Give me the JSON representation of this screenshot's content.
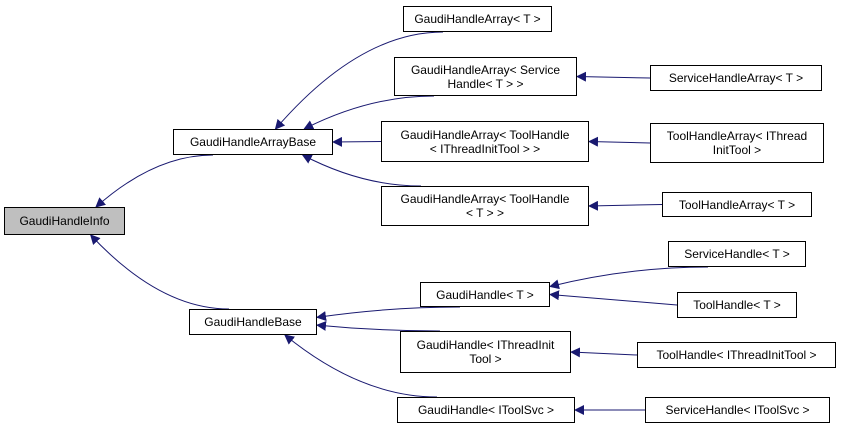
{
  "colors": {
    "edge": "#191970",
    "node_border": "#000000",
    "root_fill": "#bfbfbf",
    "node_fill": "#ffffff"
  },
  "nodes": {
    "gaudi_handle_info": "GaudiHandleInfo",
    "gaudi_handle_array_base": "GaudiHandleArrayBase",
    "gaudi_handle_base": "GaudiHandleBase",
    "gh_array_t": "GaudiHandleArray< T >",
    "gh_array_service_handle": "GaudiHandleArray< Service\nHandle< T > >",
    "gh_array_tool_handle_ithread": "GaudiHandleArray< ToolHandle\n< IThreadInitTool > >",
    "gh_array_tool_handle_t": "GaudiHandleArray< ToolHandle\n< T > >",
    "service_handle_array_t": "ServiceHandleArray< T >",
    "tool_handle_array_ithread": "ToolHandleArray< IThread\nInitTool >",
    "tool_handle_array_t": "ToolHandleArray< T >",
    "gaudi_handle_t": "GaudiHandle< T >",
    "gaudi_handle_ithread": "GaudiHandle< IThreadInit\nTool >",
    "gaudi_handle_itoolsvc": "GaudiHandle< IToolSvc >",
    "service_handle_t": "ServiceHandle< T >",
    "tool_handle_t": "ToolHandle< T >",
    "tool_handle_ithread": "ToolHandle< IThreadInitTool >",
    "service_handle_itoolsvc": "ServiceHandle< IToolSvc >"
  },
  "edges": [
    {
      "from": "gaudi_handle_array_base",
      "to": "gaudi_handle_info"
    },
    {
      "from": "gaudi_handle_base",
      "to": "gaudi_handle_info"
    },
    {
      "from": "gh_array_t",
      "to": "gaudi_handle_array_base"
    },
    {
      "from": "gh_array_service_handle",
      "to": "gaudi_handle_array_base"
    },
    {
      "from": "gh_array_tool_handle_ithread",
      "to": "gaudi_handle_array_base"
    },
    {
      "from": "gh_array_tool_handle_t",
      "to": "gaudi_handle_array_base"
    },
    {
      "from": "service_handle_array_t",
      "to": "gh_array_service_handle"
    },
    {
      "from": "tool_handle_array_ithread",
      "to": "gh_array_tool_handle_ithread"
    },
    {
      "from": "tool_handle_array_t",
      "to": "gh_array_tool_handle_t"
    },
    {
      "from": "gaudi_handle_t",
      "to": "gaudi_handle_base"
    },
    {
      "from": "gaudi_handle_ithread",
      "to": "gaudi_handle_base"
    },
    {
      "from": "gaudi_handle_itoolsvc",
      "to": "gaudi_handle_base"
    },
    {
      "from": "service_handle_t",
      "to": "gaudi_handle_t"
    },
    {
      "from": "tool_handle_t",
      "to": "gaudi_handle_t"
    },
    {
      "from": "tool_handle_ithread",
      "to": "gaudi_handle_ithread"
    },
    {
      "from": "service_handle_itoolsvc",
      "to": "gaudi_handle_itoolsvc"
    }
  ]
}
